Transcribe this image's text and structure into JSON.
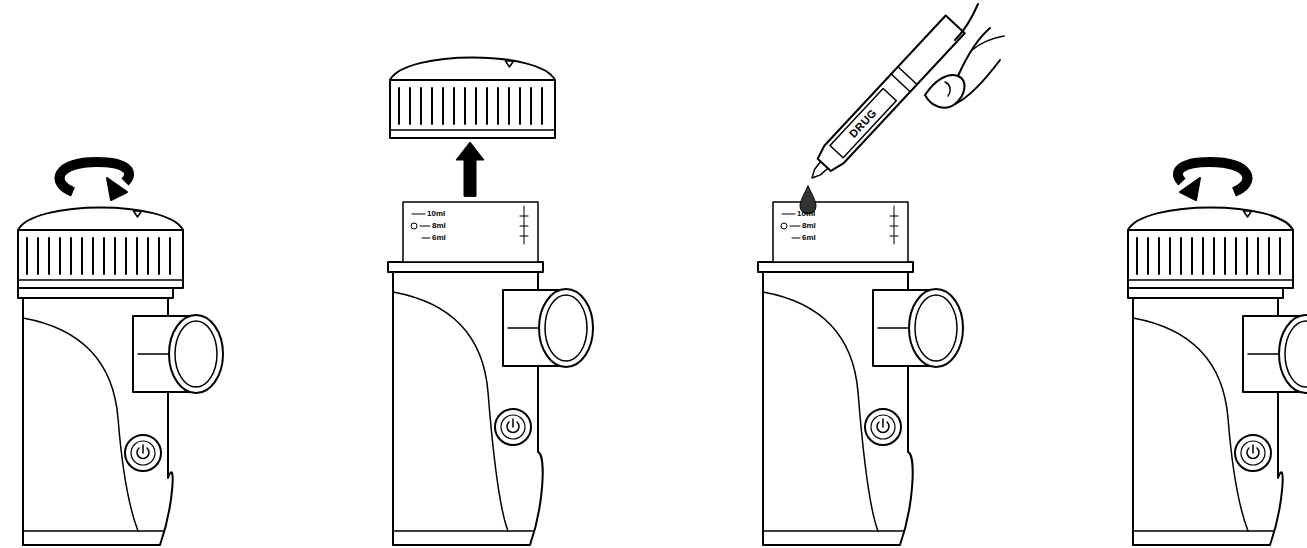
{
  "diagram": {
    "labels": [
      "10ml",
      "8ml",
      "6ml",
      "10ml",
      "8ml",
      "6ml",
      "DRUG"
    ]
  }
}
